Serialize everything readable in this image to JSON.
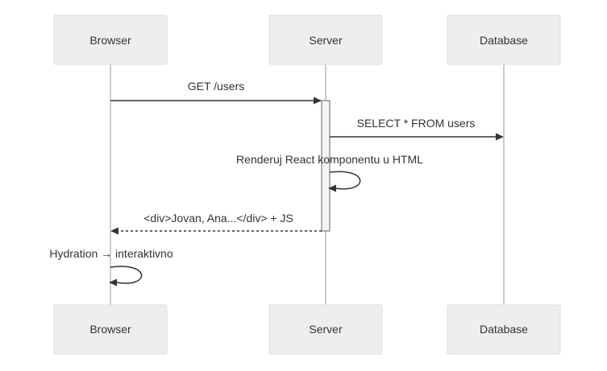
{
  "participants": {
    "browser": "Browser",
    "server": "Server",
    "database": "Database"
  },
  "messages": {
    "get_users": "GET /users",
    "select_users": "SELECT * FROM users",
    "render_react": "Renderuj React komponentu u HTML",
    "response_html": "<div>Jovan, Ana...</div> + JS",
    "hydration": "Hydration → interaktivno"
  },
  "colors": {
    "actor_fill": "#eeeeee",
    "actor_border": "#dddddd",
    "lifeline": "#cccccc",
    "message": "#333333"
  }
}
